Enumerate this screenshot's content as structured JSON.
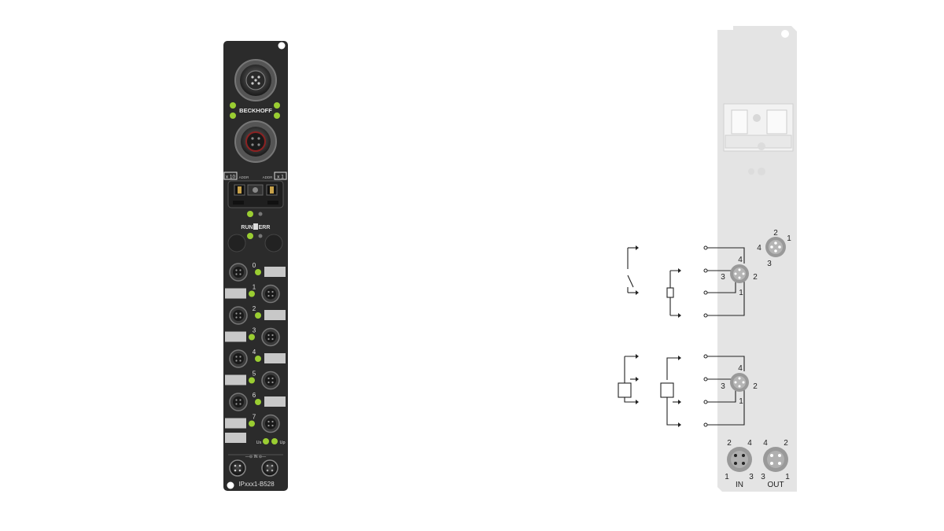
{
  "device": {
    "brand": "BECKHOFF",
    "model": "IPxxx1-B528",
    "address_low_label": "x 10",
    "address_high_label": "x 1",
    "address_left_caption": "ADDR",
    "address_right_caption": "ADDR",
    "run_label": "RUN",
    "err_label": "ERR",
    "power_label_left": "Us",
    "power_label_right": "Up",
    "power_in_symbol": "IN",
    "channels": [
      "0",
      "1",
      "2",
      "3",
      "4",
      "5",
      "6",
      "7"
    ]
  },
  "diagram": {
    "pin_legend": {
      "top": "2",
      "right": "1",
      "left": "4",
      "bottom": "3"
    },
    "connector_top": {
      "pin4": "4",
      "pin3": "3",
      "pin2": "2",
      "pin1": "1"
    },
    "connector_bottom": {
      "pin4": "4",
      "pin3": "3",
      "pin2": "2",
      "pin1": "1"
    },
    "power_in": {
      "label": "IN",
      "pins": {
        "tl": "2",
        "tr": "4",
        "bl": "1",
        "br": "3"
      }
    },
    "power_out": {
      "label": "OUT",
      "pins": {
        "tl": "4",
        "tr": "2",
        "bl": "3",
        "br": "1"
      }
    }
  },
  "colors": {
    "housing": "#2b2b2b",
    "led_green": "#9acd32",
    "label_plate": "#c8c8c8",
    "back_panel": "#e4e4e4"
  }
}
